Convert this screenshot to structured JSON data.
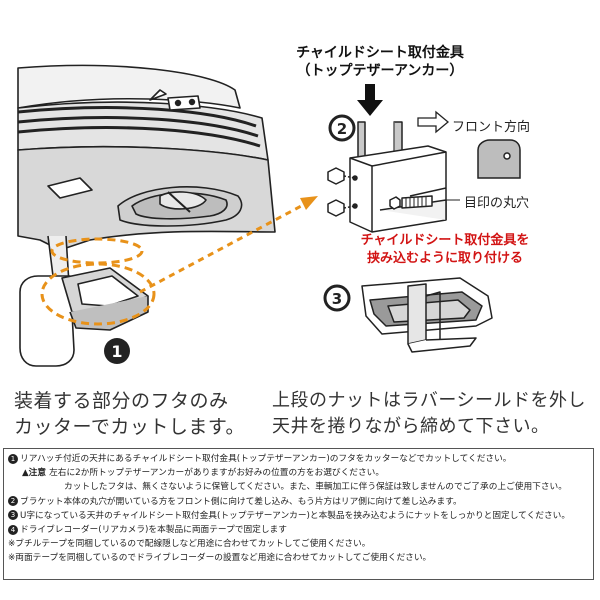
{
  "title": {
    "line1": "チャイルドシート取付金具",
    "line2": "（トップテザーアンカー）"
  },
  "labels": {
    "front": "フロント方向",
    "mark": "目印の丸穴"
  },
  "instruction_red": {
    "line1": "チャイルドシート取付金具を",
    "line2": "挟み込むように取り付ける"
  },
  "steps": {
    "one": "1",
    "two": "2",
    "three": "3"
  },
  "captions": {
    "left_line1": "装着する部分のフタのみ",
    "left_line2": "カッターでカットします。",
    "right_line1": "上段のナットはラバーシールドを外し",
    "right_line2": "天井を捲りながら締めて下さい。"
  },
  "notes": [
    {
      "num": "1",
      "text": "リアハッチ付近の天井にあるチャイルドシート取付金具(トップテザーアンカー)のフタをカッターなどでカットしてください。"
    },
    {
      "warn": "▲注意",
      "text": "左右に2か所トップテザーアンカーがありますがお好みの位置の方をお選びください。"
    },
    {
      "sub": true,
      "text": "カットしたフタは、無くさないように保管してください。また、車輌加工に伴う保証は致しませんのでご了承の上ご使用下さい。"
    },
    {
      "num": "2",
      "text": "ブラケット本体の丸穴が開いている方をフロント側に向けて差し込み、もう片方はリア側に向けて差し込みます。"
    },
    {
      "num": "3",
      "text": "U字になっている天井のチャイルドシート取付金具(トップテザーアンカー)と本製品を挟み込むようにナットをしっかりと固定してください。"
    },
    {
      "num": "4",
      "text": "ドライブレコーダー(リアカメラ)を本製品に両面テープで固定します"
    },
    {
      "text": "※ブチルテープを同梱しているので配線隠しなど用途に合わせてカットしてご使用ください。"
    },
    {
      "text": "※両面テープを同梱しているのでドライブレコーダーの設置など用途に合わせてカットしてご使用ください。"
    }
  ]
}
